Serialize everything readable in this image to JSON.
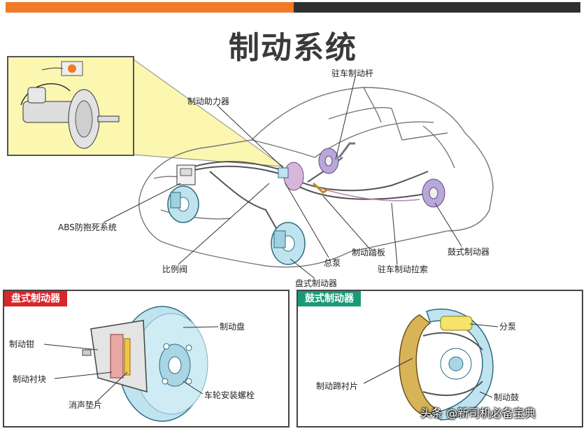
{
  "title": "制动系统",
  "colors": {
    "accent_orange": "#f07a26",
    "bar_dark": "#2f2f2f",
    "inset_yellow": "#fbf7b0",
    "disc_blue": "#bfe4ef",
    "drum_purple": "#b9a7d8",
    "shoe_tan": "#d8b458",
    "tag_red": "#d7262c",
    "tag_green": "#1a9a78"
  },
  "labels": {
    "parking_lever": "驻车制动杆",
    "brake_booster": "制动助力器",
    "abs": "ABS防抱死系统",
    "proportioning_valve": "比例阀",
    "master_cylinder": "总泵",
    "disc_brake": "盘式制动器",
    "brake_pedal": "制动踏板",
    "parking_cable": "驻车制动拉索",
    "drum_brake": "鼓式制动器"
  },
  "disc_panel": {
    "tag": "盘式制动器",
    "caliper": "制动钳",
    "pad": "制动衬块",
    "shim": "消声垫片",
    "disc": "制动盘",
    "wheel_bolt": "车轮安装螺栓"
  },
  "drum_panel": {
    "tag": "鼓式制动器",
    "wheel_cylinder": "分泵",
    "shoe_lining": "制动蹄衬片",
    "drum": "制动鼓"
  },
  "watermark": "头条 @新司机必备宝典"
}
